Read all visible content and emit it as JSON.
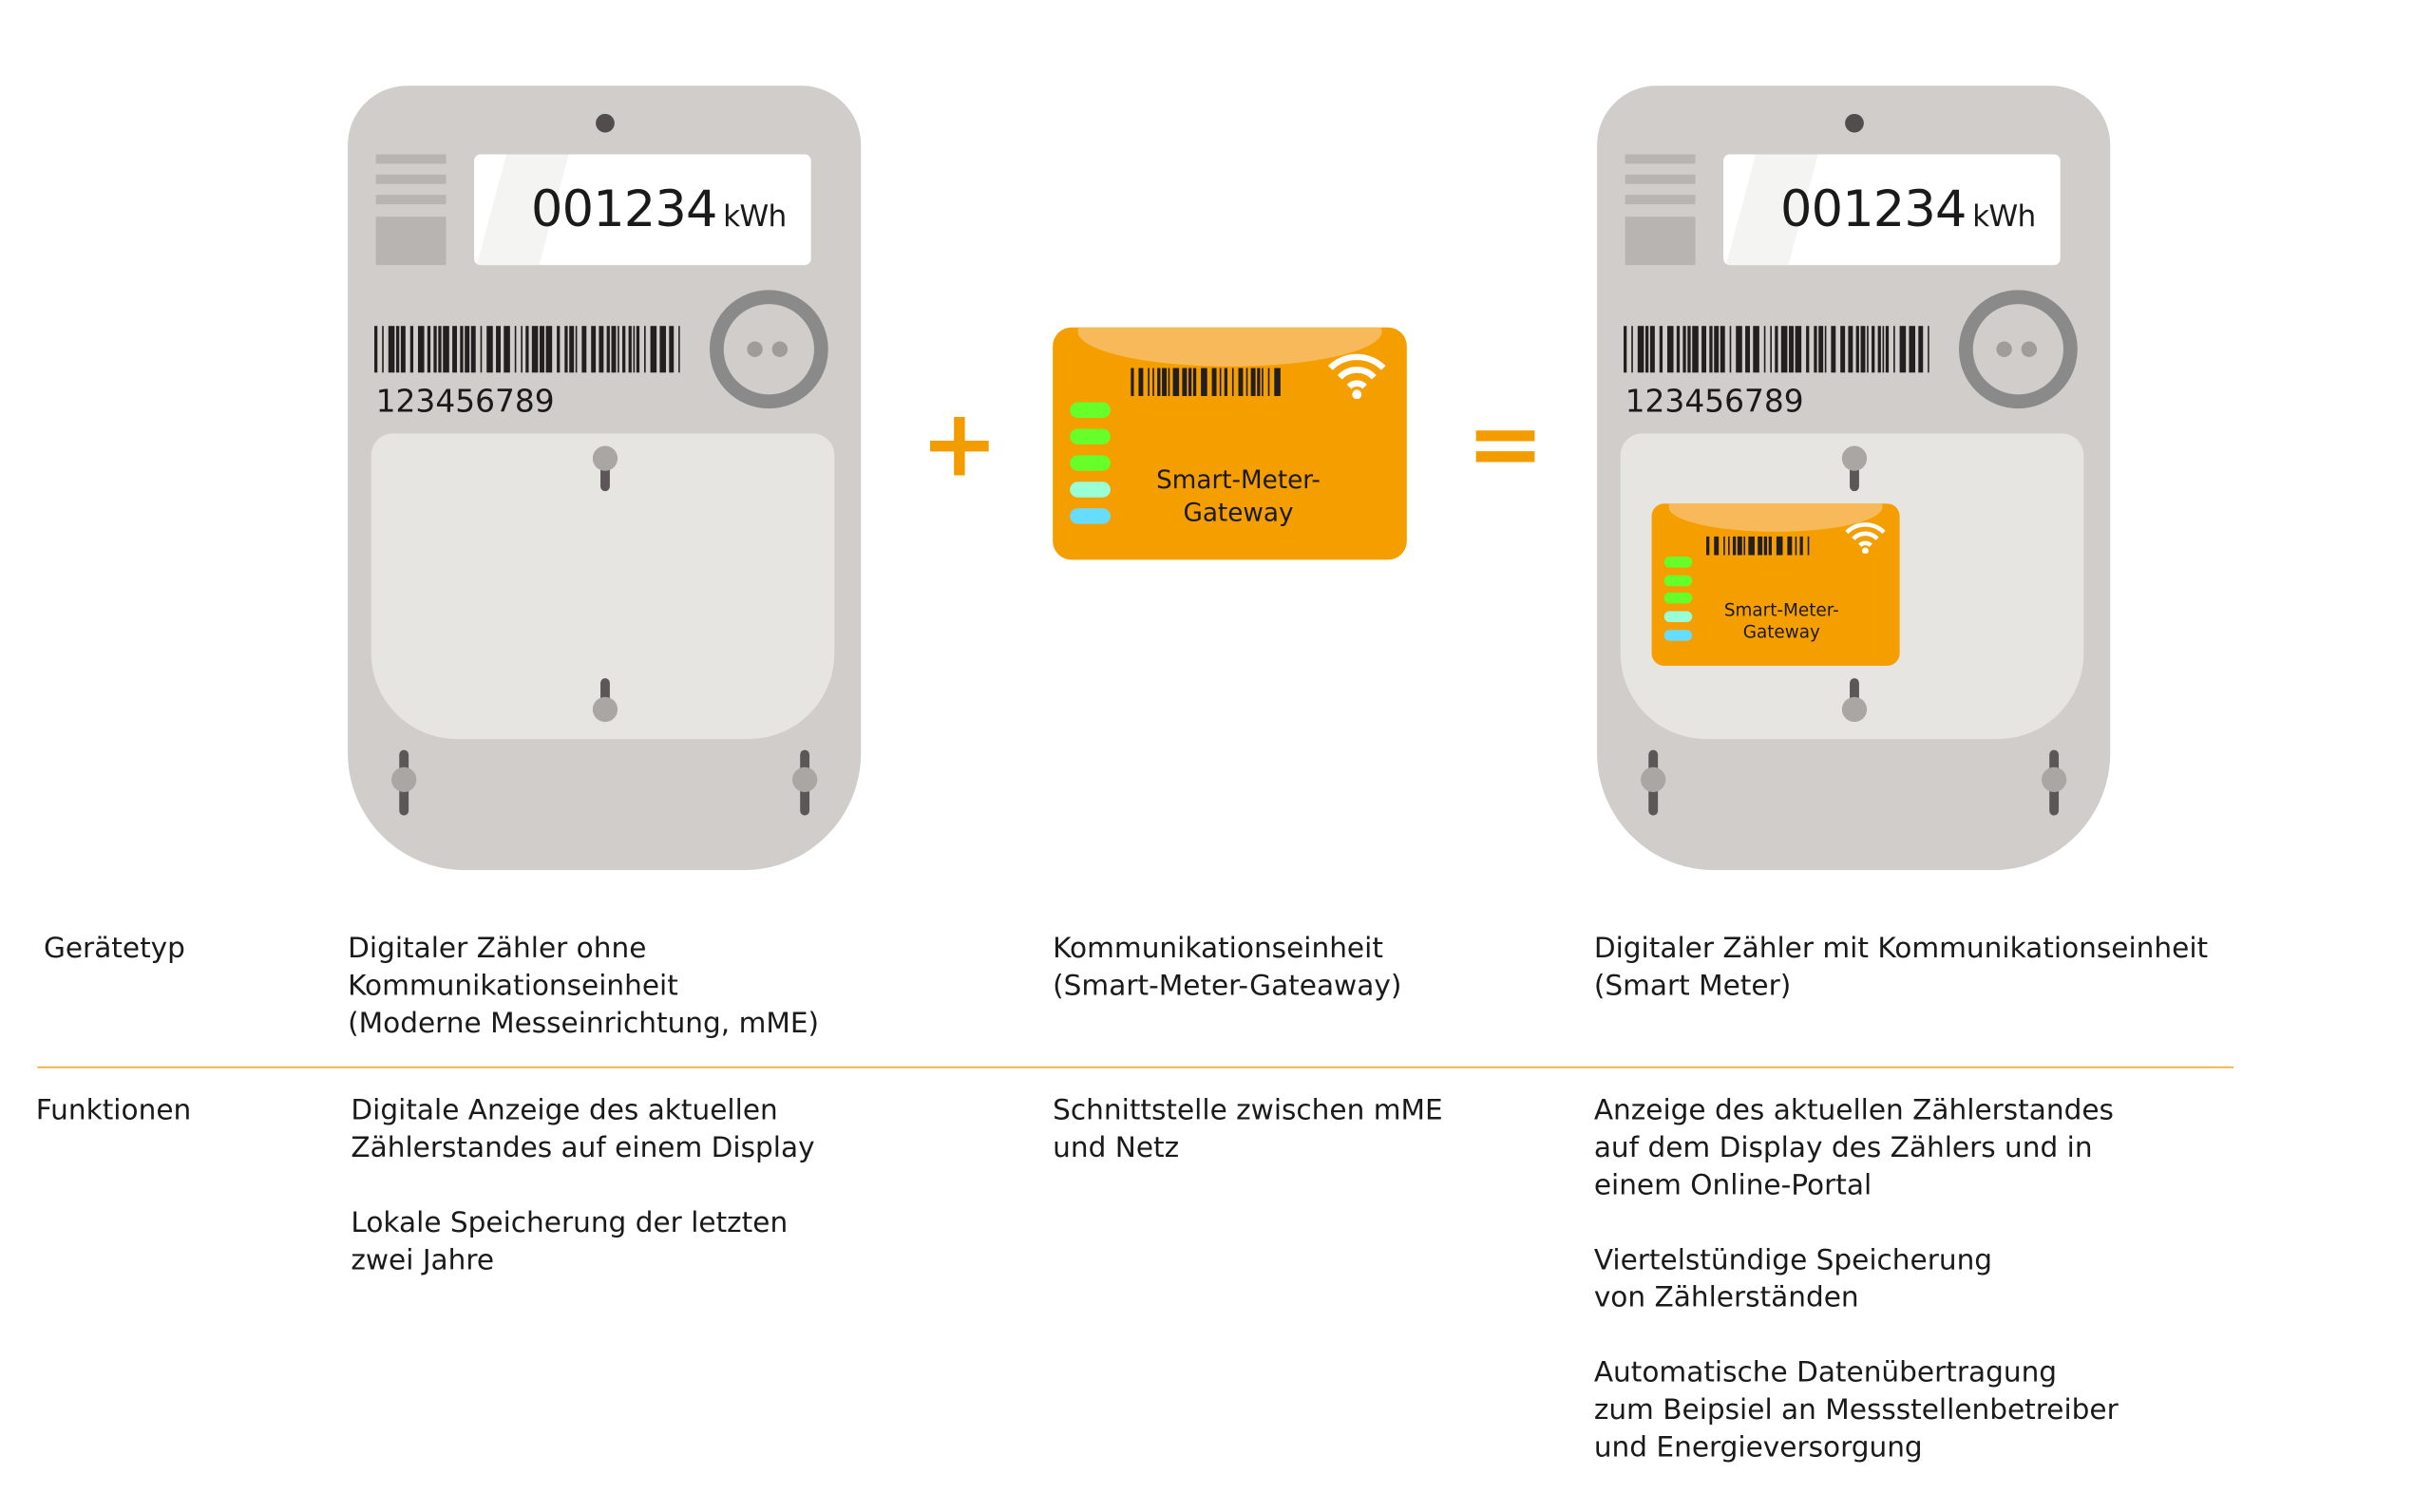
{
  "meter": {
    "reading": "001234",
    "unit": "kWh",
    "serial": "123456789"
  },
  "gateway": {
    "line1": "Smart-Meter-",
    "line2": "Gateway"
  },
  "operators": {
    "plus": "+",
    "equals": "="
  },
  "colors": {
    "orange": "#f59e00",
    "meter_body": "#d0cdca",
    "led_colors": [
      "#66ff2a",
      "#66ff2a",
      "#66ff2a",
      "#99ffd6",
      "#66ddff"
    ]
  },
  "table": {
    "row_labels": [
      "Gerätetyp",
      "Funktionen"
    ],
    "device_types": [
      "Digitaler Zähler ohne\nKommunikationseinheit\n(Moderne Messeinrichtung, mME)",
      "Kommunikationseinheit\n(Smart-Meter-Gateaway)",
      "Digitaler Zähler mit Kommunikationseinheit\n(Smart Meter)"
    ],
    "functions": [
      "Digitale Anzeige des aktuellen\nZählerstandes auf einem Display\n\nLokale Speicherung der letzten\nzwei Jahre",
      "Schnittstelle zwischen mME\nund Netz",
      "Anzeige des aktuellen Zählerstandes\nauf dem Display des Zählers und in\neinem Online-Portal\n\nViertelstündige Speicherung\nvon Zählerständen\n\nAutomatische Datenübertragung\nzum Beipsiel an Messstellenbetreiber\nund Energieversorgung"
    ]
  }
}
